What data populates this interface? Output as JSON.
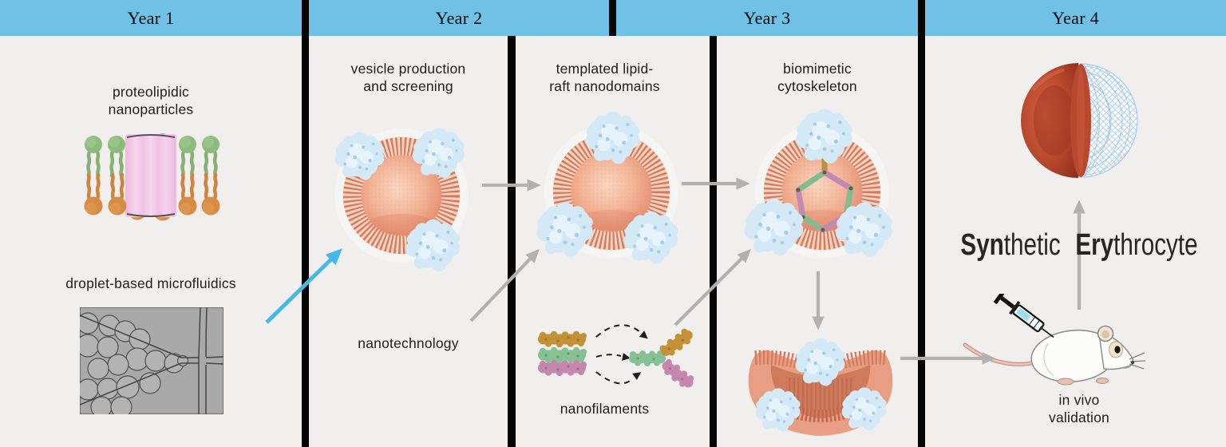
{
  "header": {
    "years": [
      "Year 1",
      "Year 2",
      "Year 3",
      "Year 4"
    ]
  },
  "labels": {
    "proteolipidic_1": "proteolipidic",
    "proteolipidic_2": "nanoparticles",
    "microfluidics": "droplet-based microfluidics",
    "vesicle_1": "vesicle production",
    "vesicle_2": "and screening",
    "nanotechnology": "nanotechnology",
    "templated_1": "templated lipid-",
    "templated_2": "raft nanodomains",
    "nanofilaments": "nanofilaments",
    "biomimetic_1": "biomimetic",
    "biomimetic_2": "cytoskeleton",
    "invivo_1": "in vivo",
    "invivo_2": "validation"
  },
  "product_title": {
    "syn": "Syn",
    "thetic": "thetic",
    "ery": "Ery",
    "throcyte": "throcyte"
  },
  "colors": {
    "header_blue": "#6fc1e5",
    "background": "#f0efee",
    "divider_black": "#060606",
    "arrow_gray": "#b1b1b1",
    "arrow_blue": "#45b8ea",
    "vesicle_salmon": "#e8957a",
    "protein_blue": "#d3eaf6",
    "filament_gold": "#c59136",
    "filament_green": "#85c193",
    "filament_pink": "#c687ad",
    "erythrocyte_red": "#b1422c",
    "mesh_blue": "#9dc3e2"
  }
}
